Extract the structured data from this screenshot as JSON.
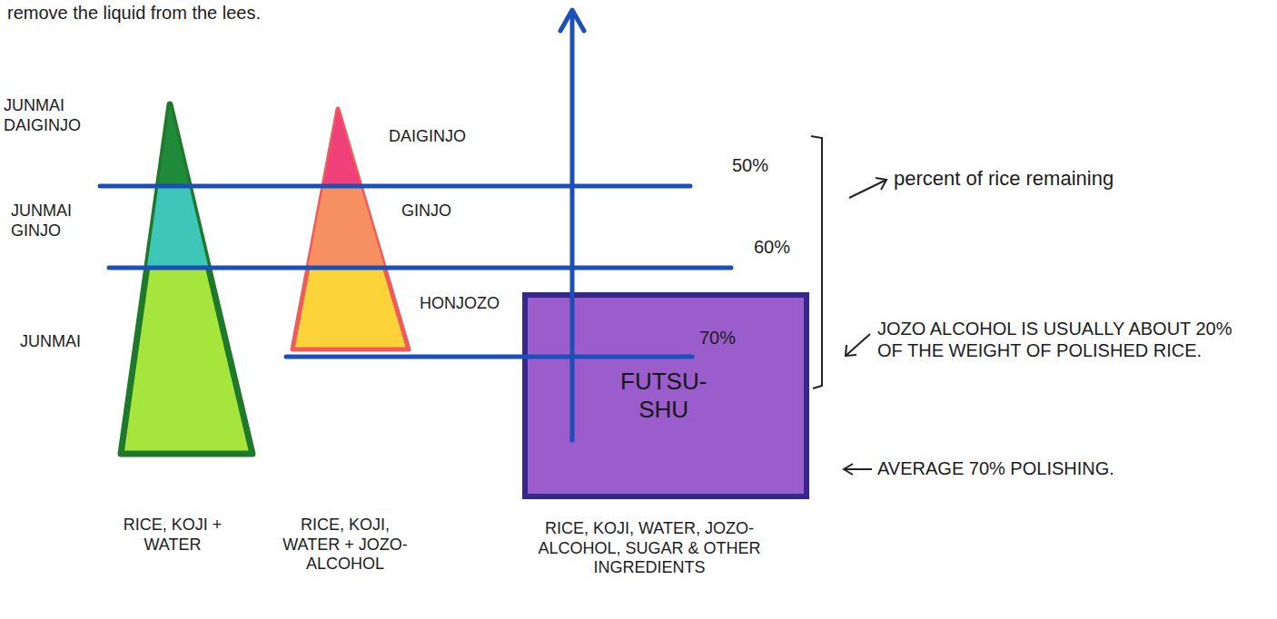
{
  "diagram": {
    "nodes": [
      {
        "text": [
          "FUTSU- SHU"
        ]
      }
    ],
    "labels": [
      "remove the liquid from the lees.",
      "JUNMAI DAIGINJO",
      "JUNMAI GINJO",
      "JUNMAI",
      "DAIGINJO",
      "GINJO",
      "HONJOZO",
      "50%",
      "60%",
      "70%",
      "percent of rice remaining",
      "JOZO ALCOHOL IS USUALLY ABOUT 20% OF THE WEIGHT OF POLISHED RICE.",
      "AVERAGE 70% POLISHING.",
      "RICE, KOJI + WATER",
      "RICE, KOJI, WATER + JOZO-ALCOHOL",
      "RICE, KOJI, WATER, JOZO-ALCOHOL, SUGAR & OTHER INGREDIENTS"
    ]
  }
}
